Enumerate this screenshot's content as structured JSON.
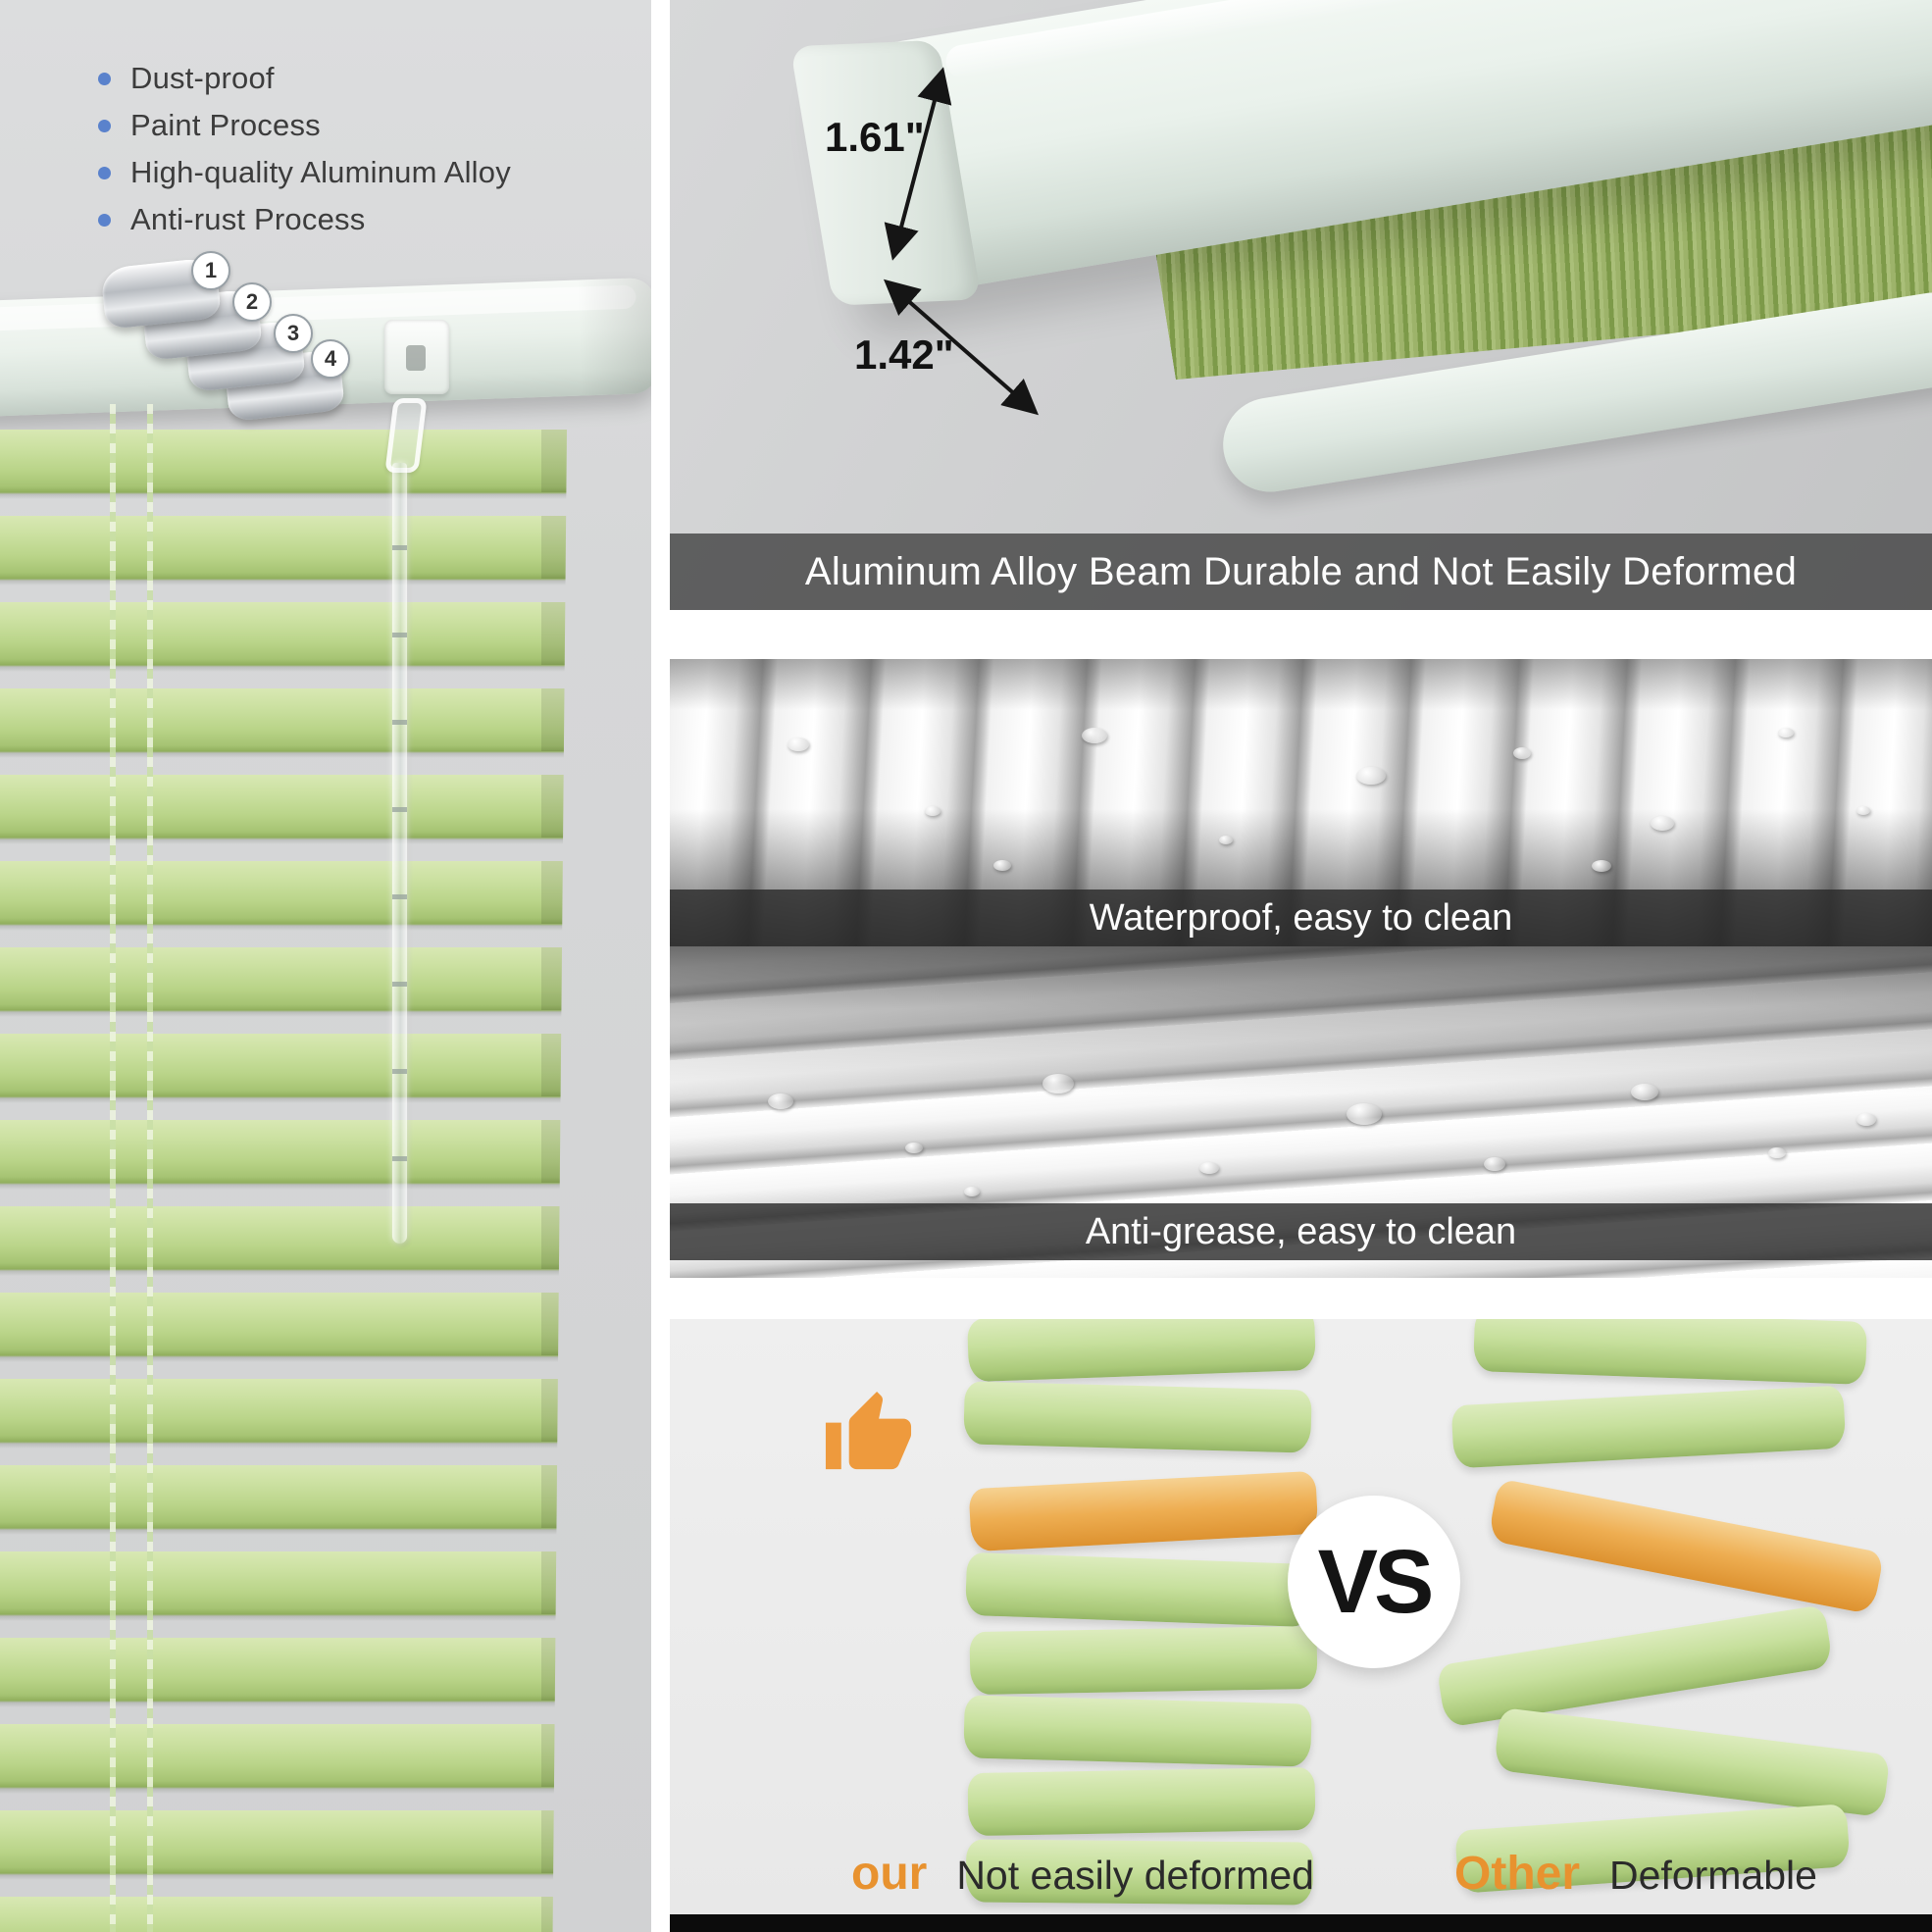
{
  "features": {
    "items": [
      {
        "label": "Dust-proof"
      },
      {
        "label": "Paint Process"
      },
      {
        "label": "High-quality Aluminum Alloy"
      },
      {
        "label": "Anti-rust Process"
      }
    ]
  },
  "layers": {
    "badges": [
      "1",
      "2",
      "3",
      "4"
    ]
  },
  "beam": {
    "height_label": "1.61\"",
    "depth_label": "1.42\"",
    "caption": "Aluminum Alloy Beam Durable and Not Easily Deformed"
  },
  "waterproof": {
    "caption": "Waterproof, easy to clean"
  },
  "antigrease": {
    "caption": "Anti-grease, easy to clean"
  },
  "comparison": {
    "vs": "VS",
    "our_label": "our",
    "our_desc": "Not easily deformed",
    "other_label": "Other",
    "other_desc": "Deformable"
  },
  "colors": {
    "accent_orange": "#e8922f",
    "slat_green": "#c2dc96",
    "bullet_blue": "#5a82cc",
    "caption_bar": "rgba(62,62,62,0.78)"
  }
}
